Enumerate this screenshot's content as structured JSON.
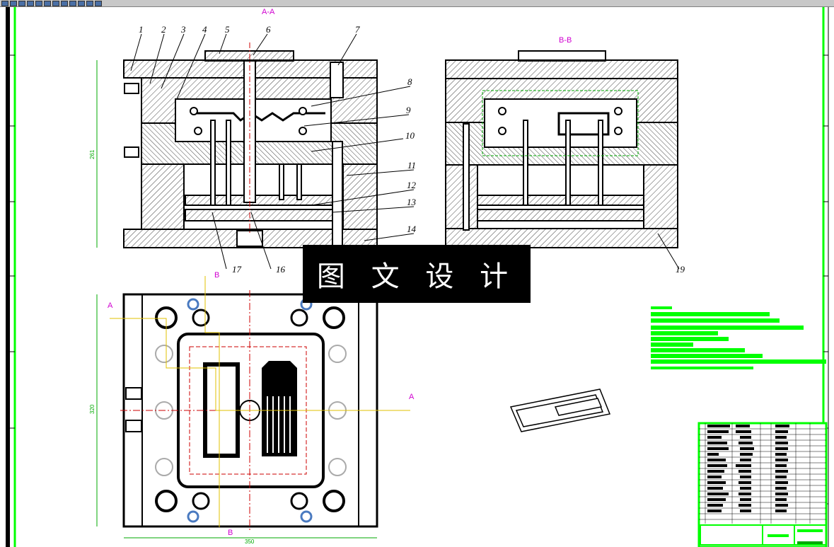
{
  "window": {
    "toolbar_icons": [
      "new-icon",
      "open-icon",
      "save-icon",
      "print-icon",
      "cut-icon",
      "copy-icon",
      "paste-icon",
      "undo-icon",
      "redo-icon",
      "zoom-icon",
      "pan-icon",
      "layer-icon"
    ]
  },
  "sections": {
    "aa_title": "A-A",
    "bb_title": "B-B"
  },
  "part_labels": [
    "1",
    "2",
    "3",
    "4",
    "5",
    "6",
    "7",
    "8",
    "9",
    "10",
    "11",
    "12",
    "13",
    "14",
    "16",
    "17",
    "19"
  ],
  "dimensions": {
    "height_aa": "261",
    "width_plan": "350",
    "height_plan": "320"
  },
  "section_markers": {
    "a_left": "A",
    "a_right": "A",
    "b_top": "B",
    "b_bottom": "B"
  },
  "watermark": "图 文 设 计",
  "colors": {
    "line": "#000000",
    "dimension": "#00aa00",
    "annotation": "#d000d0",
    "centerline": "#cc0000",
    "marker": "#e0c000",
    "hatch": "#555555",
    "green_block": "#00ff00"
  }
}
